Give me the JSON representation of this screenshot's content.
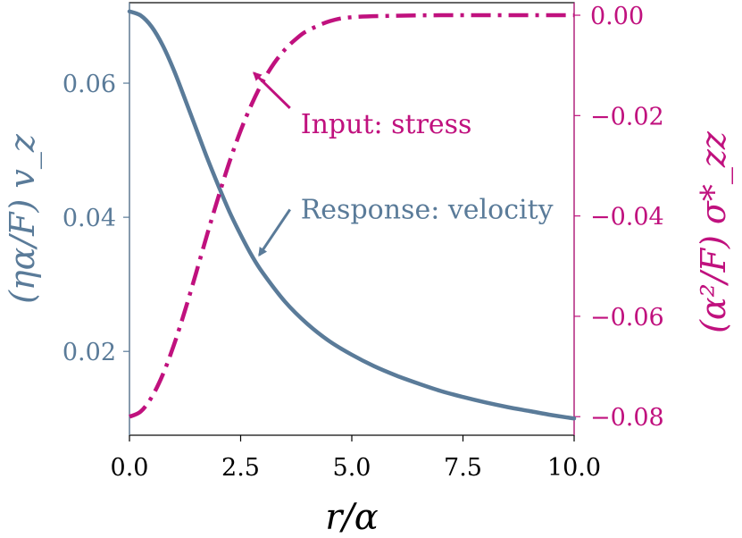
{
  "chart_data": {
    "type": "line",
    "xlabel": "r/α",
    "ylabel_left": "(ηα/F) v_z",
    "ylabel_right": "(α²/F) σ*_zz",
    "xlim": [
      0,
      10
    ],
    "ylim_left": [
      0.0075,
      0.072
    ],
    "ylim_right": [
      -0.0837,
      0.0025
    ],
    "x_ticks": [
      "0.0",
      "2.5",
      "5.0",
      "7.5",
      "10.0"
    ],
    "y_left_ticks": [
      "0.02",
      "0.04",
      "0.06"
    ],
    "y_right_ticks": [
      "0.00",
      "−0.02",
      "−0.04",
      "−0.06",
      "−0.08"
    ],
    "grid": false,
    "series": [
      {
        "axis": "left",
        "color": "#5a7b99",
        "style": "solid",
        "x": [
          0,
          0.25,
          0.5,
          0.75,
          1.0,
          1.25,
          1.5,
          1.75,
          2.0,
          2.25,
          2.5,
          2.75,
          3.0,
          3.5,
          4.0,
          4.5,
          5.0,
          5.5,
          6.0,
          6.5,
          7.0,
          7.5,
          8.0,
          8.5,
          9.0,
          9.5,
          10.0
        ],
        "y": [
          0.0707,
          0.0701,
          0.0684,
          0.0656,
          0.0619,
          0.0576,
          0.0532,
          0.0488,
          0.0447,
          0.0408,
          0.0374,
          0.0343,
          0.0317,
          0.0274,
          0.0241,
          0.0215,
          0.0195,
          0.0178,
          0.0164,
          0.0152,
          0.0141,
          0.0132,
          0.0124,
          0.0117,
          0.0111,
          0.0105,
          0.01
        ]
      },
      {
        "axis": "right",
        "color": "#c0117e",
        "style": "dashdot",
        "x": [
          0,
          0.25,
          0.5,
          0.75,
          1.0,
          1.25,
          1.5,
          1.75,
          2.0,
          2.25,
          2.5,
          2.75,
          3.0,
          3.25,
          3.5,
          3.75,
          4.0,
          4.5,
          5.0,
          6.0,
          7.0,
          8.0,
          9.0,
          10.0
        ],
        "y": [
          -0.08,
          -0.079,
          -0.0761,
          -0.0716,
          -0.0657,
          -0.0588,
          -0.0513,
          -0.0436,
          -0.0362,
          -0.0292,
          -0.023,
          -0.0177,
          -0.0132,
          -0.0096,
          -0.0068,
          -0.0047,
          -0.0031,
          -0.0012,
          -0.0004,
          -0.0001,
          0.0,
          0.0,
          0.0,
          0.0
        ]
      }
    ],
    "annotations": [
      {
        "text": "Input: stress",
        "color": "#c0117e",
        "text_at": [
          3.85,
          -0.0235
        ],
        "arrow_to": [
          2.8,
          -0.0115
        ]
      },
      {
        "text": "Response: velocity",
        "color": "#5a7b99",
        "text_at": [
          3.85,
          -0.0405
        ],
        "arrow_to": [
          2.92,
          -0.0478
        ]
      }
    ]
  }
}
